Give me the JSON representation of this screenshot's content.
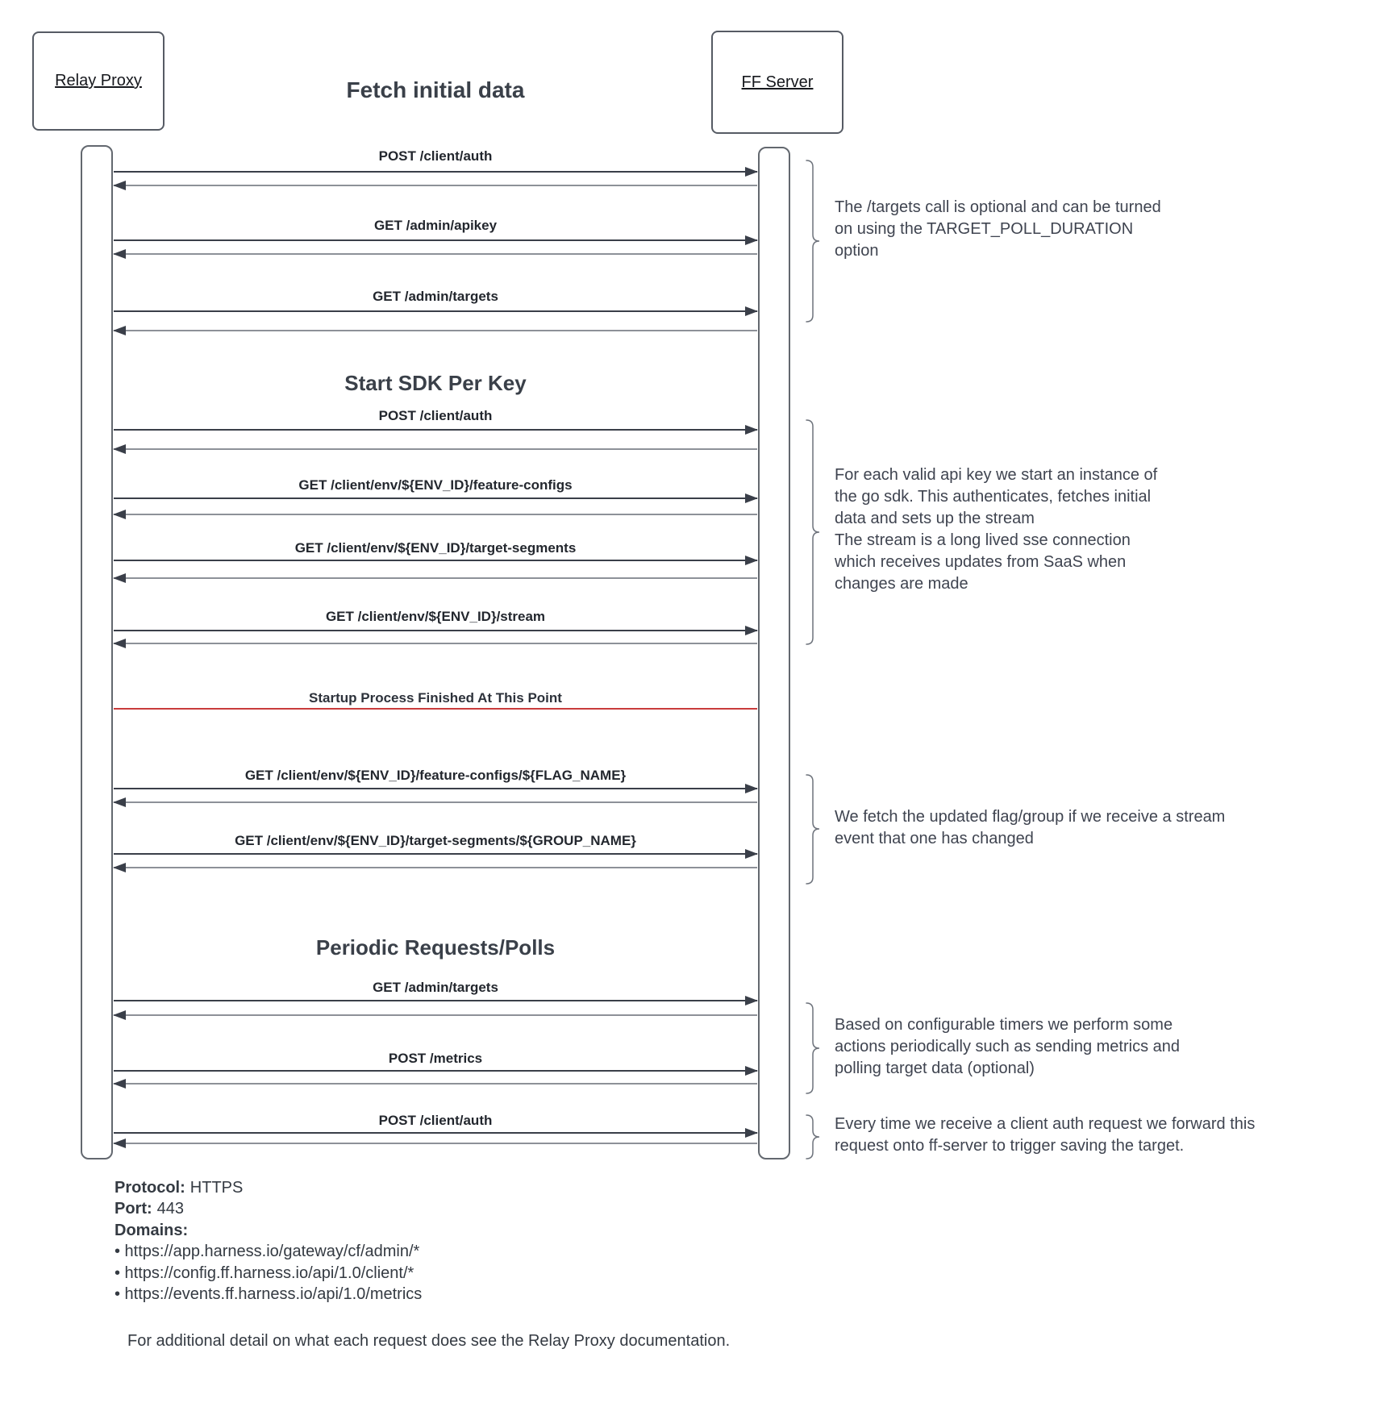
{
  "diagram": {
    "title": "Fetch initial data",
    "section_sdk": "Start SDK Per Key",
    "section_periodic": "Periodic Requests/Polls",
    "divider_label": "Startup Process Finished At This Point"
  },
  "actors": {
    "left": "Relay Proxy",
    "right": "FF Server"
  },
  "messages": [
    {
      "label": "POST /client/auth"
    },
    {
      "label": "GET /admin/apikey"
    },
    {
      "label": "GET /admin/targets"
    },
    {
      "label": "POST /client/auth"
    },
    {
      "label": "GET /client/env/${ENV_ID}/feature-configs"
    },
    {
      "label": "GET /client/env/${ENV_ID}/target-segments"
    },
    {
      "label": "GET /client/env/${ENV_ID}/stream"
    },
    {
      "label": "GET /client/env/${ENV_ID}/feature-configs/${FLAG_NAME}"
    },
    {
      "label": "GET /client/env/${ENV_ID}/target-segments/${GROUP_NAME}"
    },
    {
      "label": "GET /admin/targets"
    },
    {
      "label": "POST /metrics"
    },
    {
      "label": "POST /client/auth"
    }
  ],
  "annotations": [
    {
      "text": "The /targets call is optional and can be turned\non using the TARGET_POLL_DURATION\noption"
    },
    {
      "text": "For each valid api key we start an instance of\nthe go sdk. This authenticates, fetches initial\ndata and sets up the stream\nThe stream is a long lived sse connection\nwhich receives updates from SaaS when\nchanges are made"
    },
    {
      "text": "We fetch the updated flag/group if we receive a stream\nevent that one has changed"
    },
    {
      "text": "Based on configurable timers we perform some\nactions periodically such as sending metrics and\npolling target data (optional)"
    },
    {
      "text": "Every time we receive a client auth request we forward this\nrequest onto ff-server to trigger saving the target."
    }
  ],
  "footer": {
    "protocol_label": "Protocol:",
    "protocol_value": "HTTPS",
    "port_label": "Port:",
    "port_value": "443",
    "domains_label": "Domains:",
    "domains": [
      "• https://app.harness.io/gateway/cf/admin/*",
      "• https://config.ff.harness.io/api/1.0/client/*",
      "• https://events.ff.harness.io/api/1.0/metrics"
    ],
    "note": "For additional detail on what each request does see the Relay Proxy documentation."
  },
  "colors": {
    "divider_red": "#c93c3c",
    "arrow_dark": "#3a3f49",
    "arrow_return_gray": "#8d9198",
    "text_dark": "#23272e"
  }
}
